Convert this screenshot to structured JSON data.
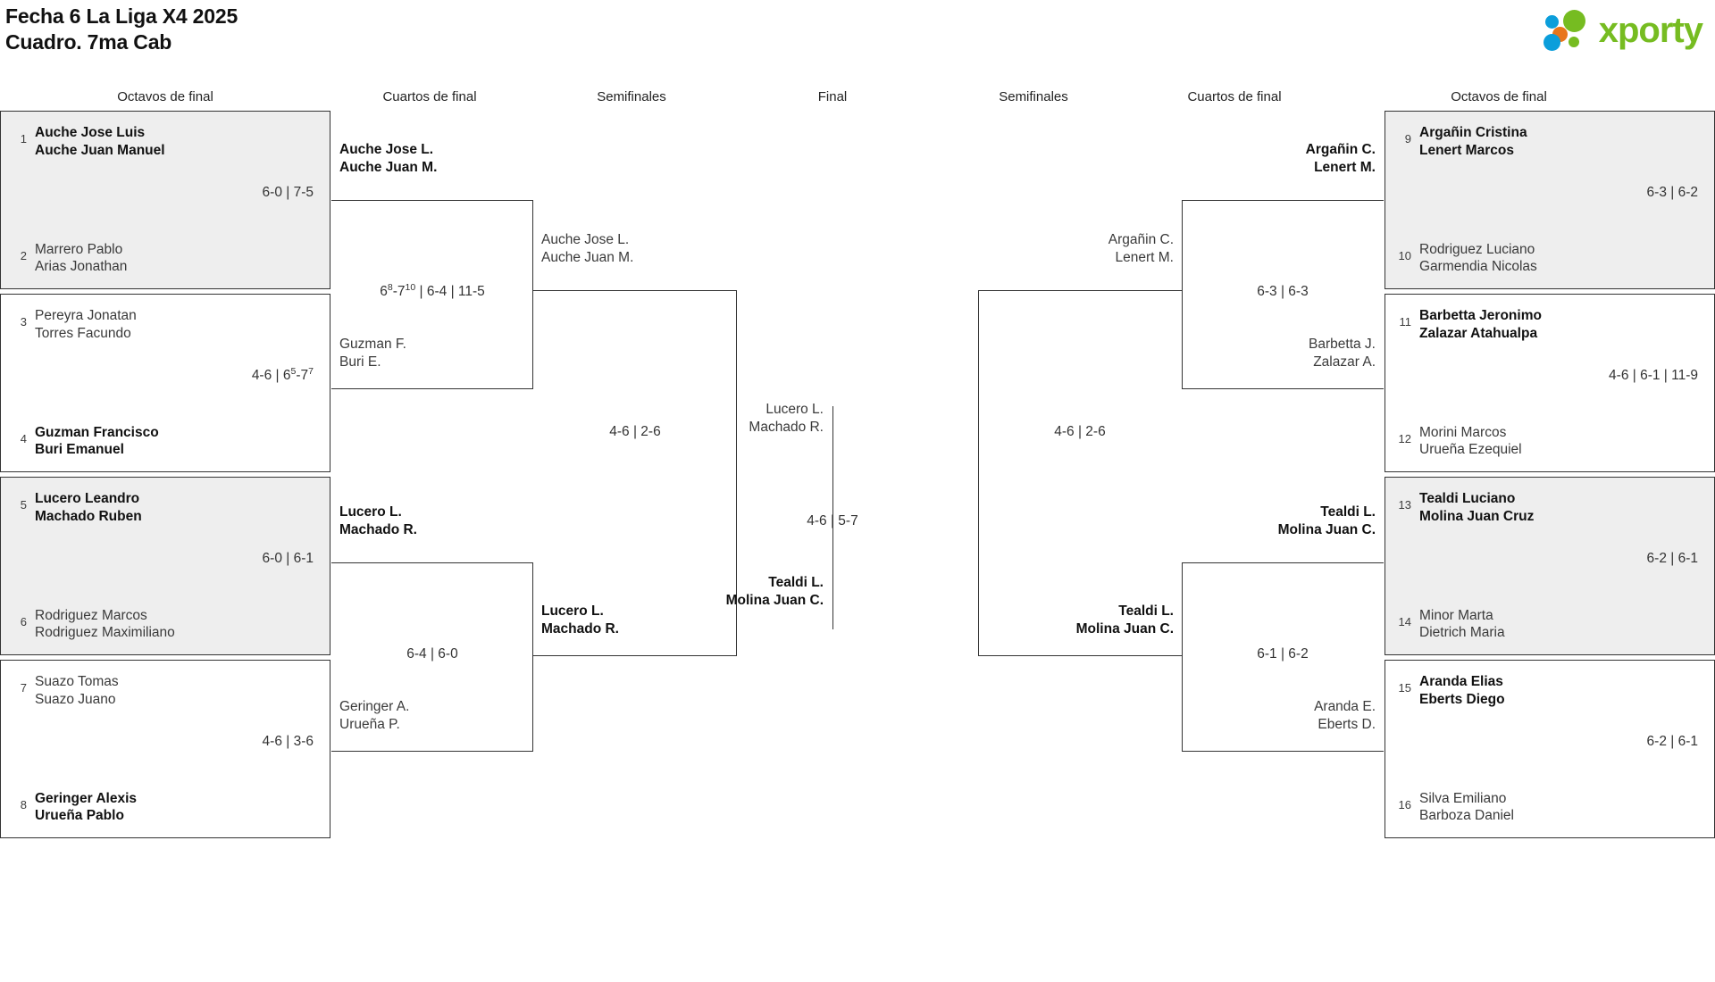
{
  "header": {
    "title_line1": "Fecha 6 La Liga X4 2025",
    "title_line2": "Cuadro. 7ma Cab",
    "logo_text": "xporty"
  },
  "colors": {
    "logo_green": "#76bc21",
    "logo_blue": "#0b9edb",
    "logo_orange": "#e8761a",
    "block_grey": "#eeeeee",
    "border": "#333333"
  },
  "round_headers": [
    {
      "label": "Octavos de final",
      "side": "left"
    },
    {
      "label": "Cuartos de final",
      "side": "left"
    },
    {
      "label": "Semifinales",
      "side": "left"
    },
    {
      "label": "Final",
      "side": "center"
    },
    {
      "label": "Semifinales",
      "side": "right"
    },
    {
      "label": "Cuartos de final",
      "side": "right"
    },
    {
      "label": "Octavos de final",
      "side": "right"
    }
  ],
  "left": {
    "r16": [
      {
        "top": {
          "seed": "1",
          "line1": "Auche Jose Luis",
          "line2": "Auche Juan Manuel",
          "winner": true
        },
        "bottom": {
          "seed": "2",
          "line1": "Marrero Pablo",
          "line2": "Arias Jonathan",
          "winner": false
        },
        "score": "6-0 | 7-5"
      },
      {
        "top": {
          "seed": "3",
          "line1": "Pereyra Jonatan",
          "line2": "Torres Facundo",
          "winner": false
        },
        "bottom": {
          "seed": "4",
          "line1": "Guzman Francisco",
          "line2": "Buri Emanuel",
          "winner": true
        },
        "score_html": "4-6 | 6<sup>5</sup>-7<sup>7</sup>"
      },
      {
        "top": {
          "seed": "5",
          "line1": "Lucero Leandro",
          "line2": "Machado Ruben",
          "winner": true
        },
        "bottom": {
          "seed": "6",
          "line1": "Rodriguez Marcos",
          "line2": "Rodriguez Maximiliano",
          "winner": false
        },
        "score": "6-0 | 6-1"
      },
      {
        "top": {
          "seed": "7",
          "line1": "Suazo Tomas",
          "line2": "Suazo Juano",
          "winner": false
        },
        "bottom": {
          "seed": "8",
          "line1": "Geringer Alexis",
          "line2": "Urueña Pablo",
          "winner": true
        },
        "score": "4-6 | 3-6"
      }
    ],
    "qf": [
      {
        "top": {
          "line1": "Auche Jose L.",
          "line2": "Auche Juan M.",
          "winner": true
        },
        "bottom": {
          "line1": "Guzman F.",
          "line2": "Buri E.",
          "winner": false
        },
        "score_html": "6<sup>8</sup>-7<sup>10</sup> | 6-4 | 11-5"
      },
      {
        "top": {
          "line1": "Lucero L.",
          "line2": "Machado R.",
          "winner": true
        },
        "bottom": {
          "line1": "Geringer A.",
          "line2": "Urueña P.",
          "winner": false
        },
        "score": "6-4 | 6-0"
      }
    ],
    "sf": [
      {
        "top": {
          "line1": "Auche Jose L.",
          "line2": "Auche Juan M.",
          "winner": false
        },
        "bottom": {
          "line1": "Lucero L.",
          "line2": "Machado R.",
          "winner": true
        },
        "score": "4-6 | 2-6"
      }
    ]
  },
  "right": {
    "r16": [
      {
        "top": {
          "seed": "9",
          "line1": "Argañin Cristina",
          "line2": "Lenert Marcos",
          "winner": true
        },
        "bottom": {
          "seed": "10",
          "line1": "Rodriguez Luciano",
          "line2": "Garmendia Nicolas",
          "winner": false
        },
        "score": "6-3 | 6-2"
      },
      {
        "top": {
          "seed": "11",
          "line1": "Barbetta Jeronimo",
          "line2": "Zalazar Atahualpa",
          "winner": true
        },
        "bottom": {
          "seed": "12",
          "line1": "Morini Marcos",
          "line2": "Urueña Ezequiel",
          "winner": false
        },
        "score": "4-6 | 6-1 | 11-9"
      },
      {
        "top": {
          "seed": "13",
          "line1": "Tealdi Luciano",
          "line2": "Molina Juan Cruz",
          "winner": true
        },
        "bottom": {
          "seed": "14",
          "line1": "Minor Marta",
          "line2": "Dietrich Maria",
          "winner": false
        },
        "score": "6-2 | 6-1"
      },
      {
        "top": {
          "seed": "15",
          "line1": "Aranda Elias",
          "line2": "Eberts Diego",
          "winner": true
        },
        "bottom": {
          "seed": "16",
          "line1": "Silva Emiliano",
          "line2": "Barboza Daniel",
          "winner": false
        },
        "score": "6-2 | 6-1"
      }
    ],
    "qf": [
      {
        "top": {
          "line1": "Argañin C.",
          "line2": "Lenert M.",
          "winner": true
        },
        "bottom": {
          "line1": "Barbetta J.",
          "line2": "Zalazar A.",
          "winner": false
        },
        "score": "6-3 | 6-3"
      },
      {
        "top": {
          "line1": "Tealdi L.",
          "line2": "Molina Juan C.",
          "winner": true
        },
        "bottom": {
          "line1": "Aranda E.",
          "line2": "Eberts D.",
          "winner": false
        },
        "score": "6-1 | 6-2"
      }
    ],
    "sf": [
      {
        "top": {
          "line1": "Argañin C.",
          "line2": "Lenert M.",
          "winner": false
        },
        "bottom": {
          "line1": "Tealdi L.",
          "line2": "Molina Juan C.",
          "winner": true
        },
        "score": "4-6 | 2-6"
      }
    ]
  },
  "final": {
    "left_team": {
      "line1": "Lucero L.",
      "line2": "Machado R.",
      "winner": false
    },
    "right_team": {
      "line1": "Tealdi L.",
      "line2": "Molina Juan C.",
      "winner": true
    },
    "score": "4-6 | 5-7"
  }
}
